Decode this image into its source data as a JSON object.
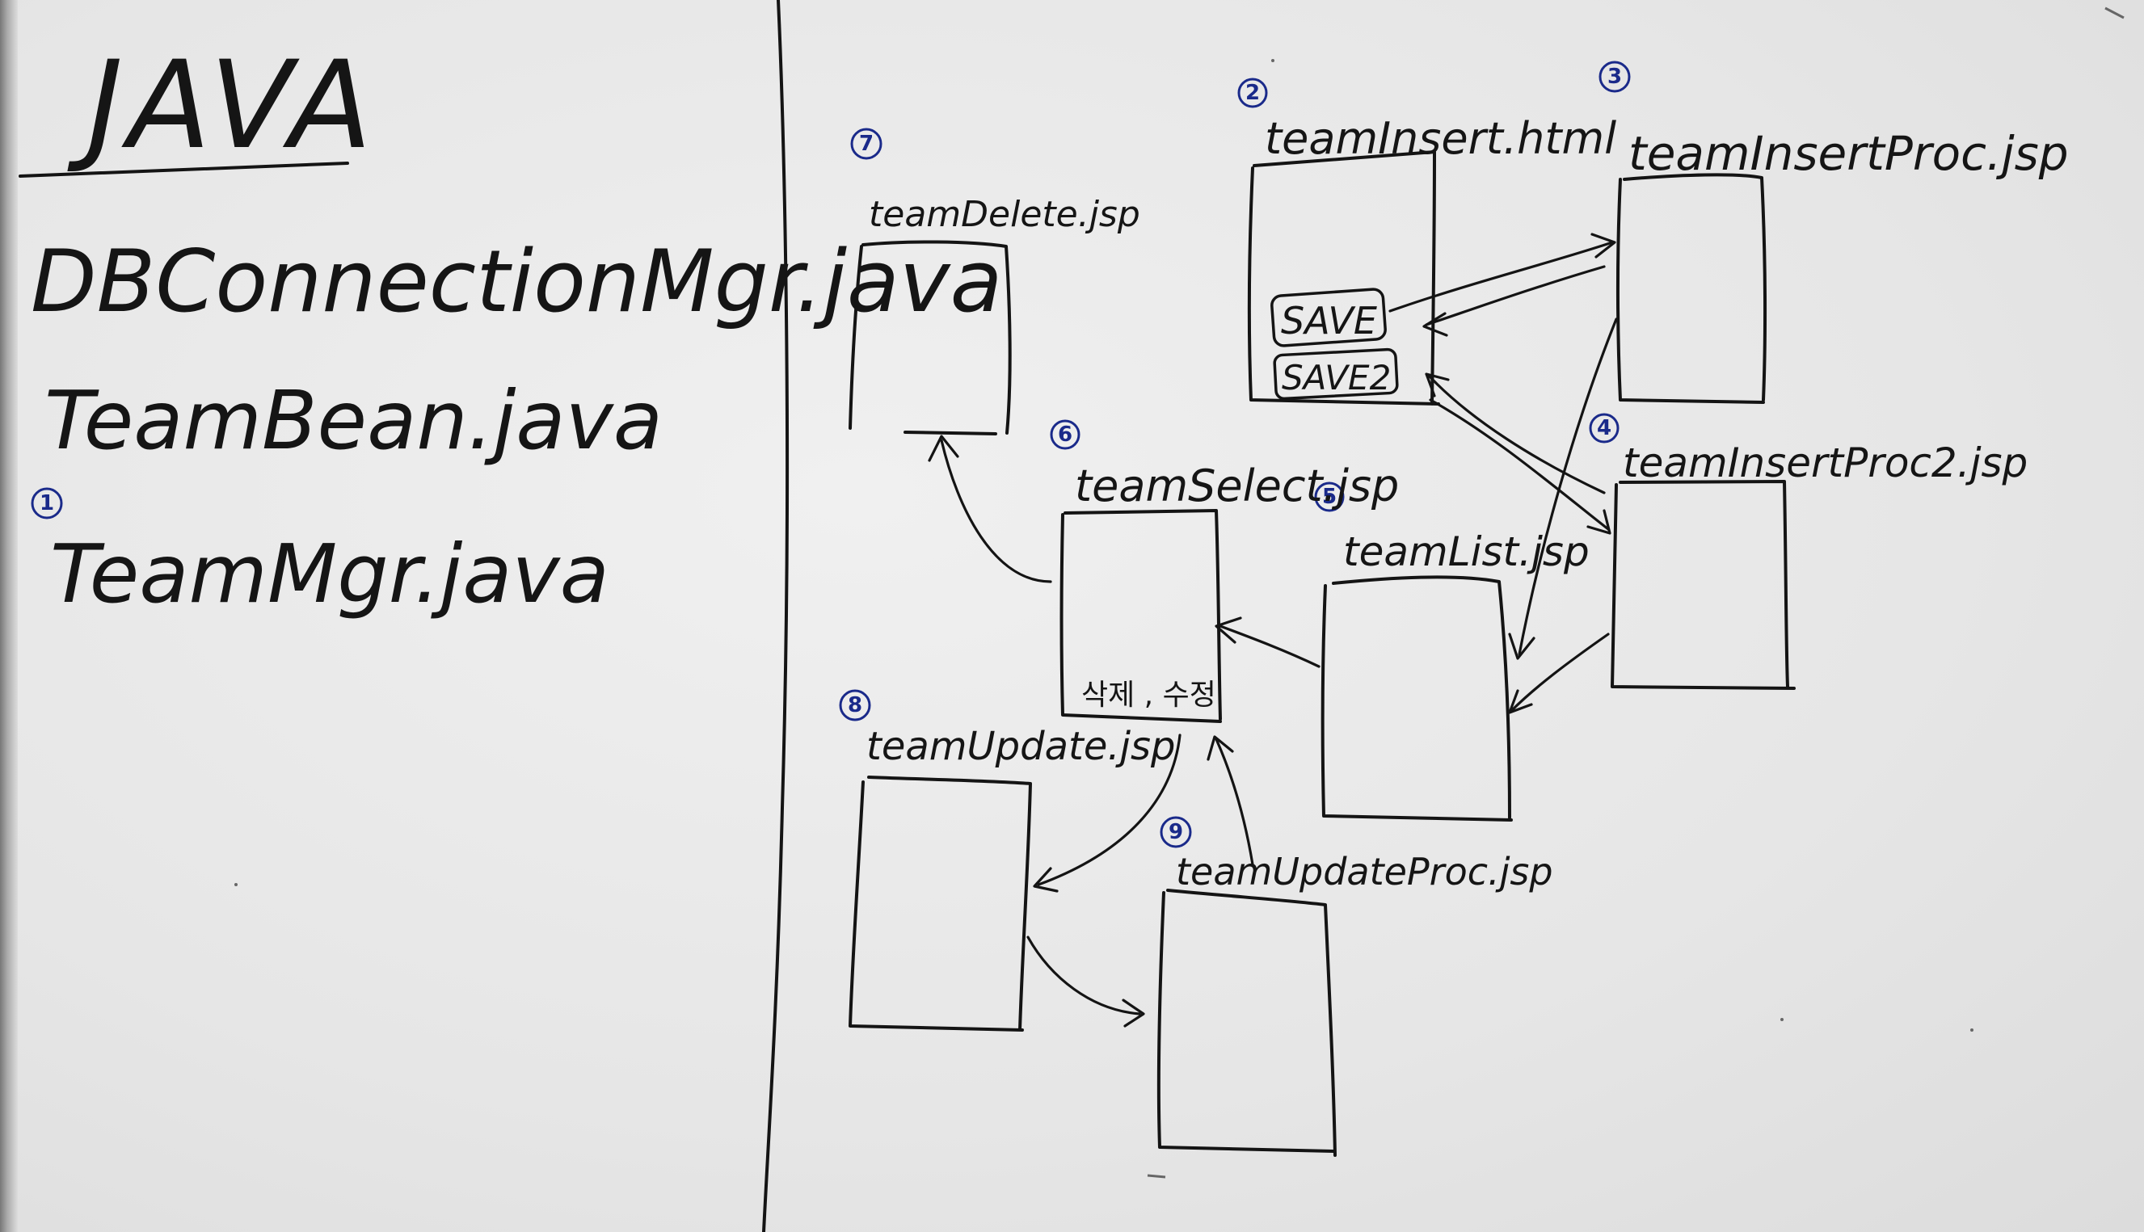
{
  "left_panel": {
    "heading": "JAVA",
    "files": [
      {
        "name": "DBConnectionMgr.java",
        "number": ""
      },
      {
        "name": "TeamBean.java",
        "number": ""
      },
      {
        "name": "TeamMgr.java",
        "number": "1"
      }
    ]
  },
  "diagram": {
    "pages": [
      {
        "id": "teamInsert",
        "name": "teamInsert.html",
        "number": "2"
      },
      {
        "id": "teamInsertProc",
        "name": "teamInsertProc.jsp",
        "number": "3"
      },
      {
        "id": "teamInsertProc2",
        "name": "teamInsertProc2.jsp",
        "number": "4"
      },
      {
        "id": "teamList",
        "name": "teamList.jsp",
        "number": "5"
      },
      {
        "id": "teamSelect",
        "name": "teamSelect.jsp",
        "number": "6"
      },
      {
        "id": "teamDelete",
        "name": "teamDelete.jsp",
        "number": "7"
      },
      {
        "id": "teamUpdate",
        "name": "teamUpdate.jsp",
        "number": "8"
      },
      {
        "id": "teamUpdateProc",
        "name": "teamUpdateProc.jsp",
        "number": "9"
      }
    ],
    "buttons": {
      "save": "SAVE",
      "save2": "SAVE2"
    },
    "select_actions": "삭제 , 수정"
  },
  "colors": {
    "board": "#ececec",
    "ink": "#141414",
    "number_ink": "#1a2a8a"
  }
}
